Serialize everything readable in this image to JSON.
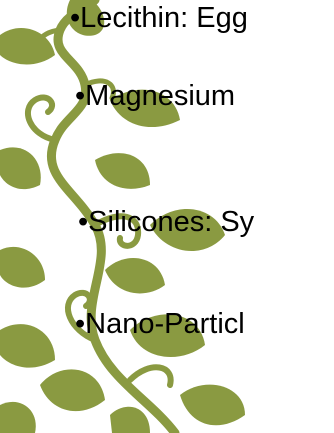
{
  "colors": {
    "vine": "#8a9a41",
    "text": "#000000",
    "background": "#ffffff"
  },
  "bullets": [
    {
      "marker": "•",
      "text": "Lecithin: Egg"
    },
    {
      "marker": "•",
      "text": "Magnesium"
    },
    {
      "marker": "•",
      "text": "Silicones: Sy"
    },
    {
      "marker": "•",
      "text": "Nano-Particl"
    }
  ],
  "decoration": {
    "icon": "ivy-vine-illustration"
  }
}
